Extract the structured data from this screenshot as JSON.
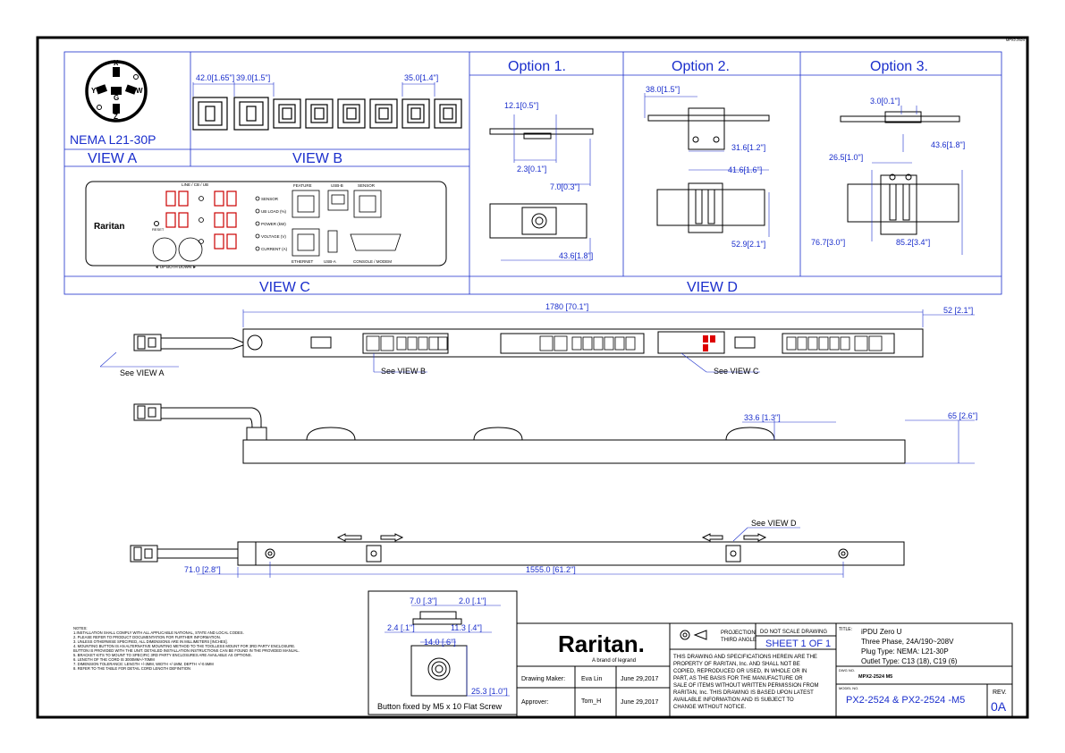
{
  "frame": {
    "corner_tag": "MPX2-2524"
  },
  "top": {
    "nema_label": "NEMA L21-30P",
    "plug_letters": {
      "x": "X",
      "y": "Y",
      "w": "W",
      "z": "Z",
      "g": "G"
    },
    "view_a": "VIEW A",
    "view_b": "VIEW B",
    "view_c": "VIEW C",
    "view_d": "VIEW D",
    "view_b_dims": [
      "42.0[1.65\"]",
      "39.0[1.5\"]",
      "35.0[1.4\"]"
    ],
    "options": [
      "Option 1.",
      "Option  2.",
      "Option 3."
    ],
    "option1_dims": [
      "12.1[0.5\"]",
      "2.3[0.1\"]",
      "7.0[0.3\"]",
      "43.6[1.8\"]"
    ],
    "option2_dims": [
      "38.0[1.5\"]",
      "31.6[1.2\"]",
      "41.6[1.6\"]",
      "52.9[2.1\"]"
    ],
    "option3_dims": [
      "3.0[0.1\"]",
      "43.6[1.8\"]",
      "26.5[1.0\"]",
      "76.7[3.0\"]",
      "85.2[3.4\"]"
    ]
  },
  "panel": {
    "top_label": "LINE / CB / UB",
    "brand": "Raritan",
    "reset": "RESET",
    "nav": "◄   UP   BOTH   DOWN   ►",
    "indicators": [
      "SENSOR",
      "UB LOAD (%)",
      "POWER (kW)",
      "VOLTAGE (V)",
      "CURRENT (A)"
    ],
    "port_titles": [
      "FEATURE",
      "USB-B",
      "SENSOR"
    ],
    "port_bottom": [
      "ETHERNET",
      "USB-A",
      "CONSOLE / MODEM"
    ]
  },
  "views": {
    "length_dim": "1780 [70.1\"]",
    "depth_dim": "52 [2.1\"]",
    "see_a": "See VIEW A",
    "see_b": "See VIEW B",
    "see_c": "See VIEW C",
    "side_dim1": "33.6 [1.3\"]",
    "side_dim2": "65 [2.6\"]",
    "see_d": "See VIEW D",
    "back_dim1": "71.0 [2.8\"]",
    "back_dim2": "1555.0 [61.2\"]"
  },
  "button": {
    "dims": [
      "7.0 [.3\"]",
      "2.0 [.1\"]",
      "2.4 [.1\"]",
      "11.3 [.4\"]",
      "14.0 [.6\"]",
      "25.3 [1.0\"]"
    ],
    "caption": "Button fixed by M5 x 10 Flat Screw"
  },
  "notes": {
    "header": "NOTES:",
    "lines": [
      "1.INSTALLATION SHALL COMPLY WITH ALL APPLICABLE NATIONAL, STATE AND LOCAL CODES.",
      "2. PLEASE REFER TO PRODUCT DOCUMENTATION FOR FURTHER INFORMATION.",
      "3. UNLESS OTHERWISE SPECIFIED, ALL DIMENSIONS ARE IN MILLIMETERS [INCHES].",
      "4. MOUNTING BUTTON IS AN ALTERNATIVE MOUNTING METHOD TO THE TOOLLESS MOUNT FOR 3RD PARTY ENCLOSURE.",
      "   BUTTON IS PROVIDED WITH THE UNIT. DETAILED INSTALLATION INSTRUCTIONS CAN BE FOUND IN THE PROVIDED MANUAL.",
      "5. BRACKET KITS TO MOUNT TO SPECIFIC 3RD PARTY ENCLOSURES ARE AVAILABLE AS OPTIONS.",
      "6. LENGTH OF THE CORD IS 3000MM+/-70MM",
      "7. DIMENSION TOLERANCE: LENGTH +/-3MM, WIDTH +/-1MM, DEPTH +/-0.5MM",
      "8. REFER TO THE TABLE FOR DETAIL CORD LENGTH DEFINITION"
    ]
  },
  "title_block": {
    "logo": "Raritan.",
    "tagline": "A brand of  legrand",
    "maker_label": "Drawing Maker:",
    "maker": "Eva Lin",
    "maker_date": "June 29,2017",
    "approver_label": "Approver:",
    "approver": "Tom_H",
    "approver_date": "June 29,2017",
    "projection": "PROJECTION",
    "third_angle": "THIRD ANGLE",
    "do_not_scale": "DO NOT SCALE DRAWING",
    "sheet": "SHEET 1 OF 1",
    "disclaimer": [
      "THIS DRAWING AND SPECIFICATIONS HEREIN ARE THE",
      "PROPERTY OF RARITAN, Inc. AND SHALL NOT BE",
      "COPIED, REPRODUCED OR USED, IN WHOLE OR IN",
      "PART, AS THE BASIS FOR THE MANUFACTURE OR",
      "SALE OF ITEMS WITHOUT WRITTEN PERMISSION FROM",
      "RARITAN, Inc. THIS DRAWING IS BASED UPON LATEST",
      "AVAILABLE INFORMATION AND IS SUBJECT TO",
      "CHANGE WITHOUT NOTICE."
    ],
    "title_label": "TITLE:",
    "title_lines": [
      "iPDU Zero U",
      "Three Phase, 24A/190~208V",
      "Plug Type: NEMA: L21-30P",
      "Outlet Type: C13 (18), C19 (6)"
    ],
    "dwg_label": "DWG NO.",
    "dwg": "MPX2-2524 M5",
    "model_label": "MODEL NO.",
    "model": "PX2-2524  & PX2-2524 -M5",
    "rev_label": "REV.",
    "rev": "0A"
  }
}
